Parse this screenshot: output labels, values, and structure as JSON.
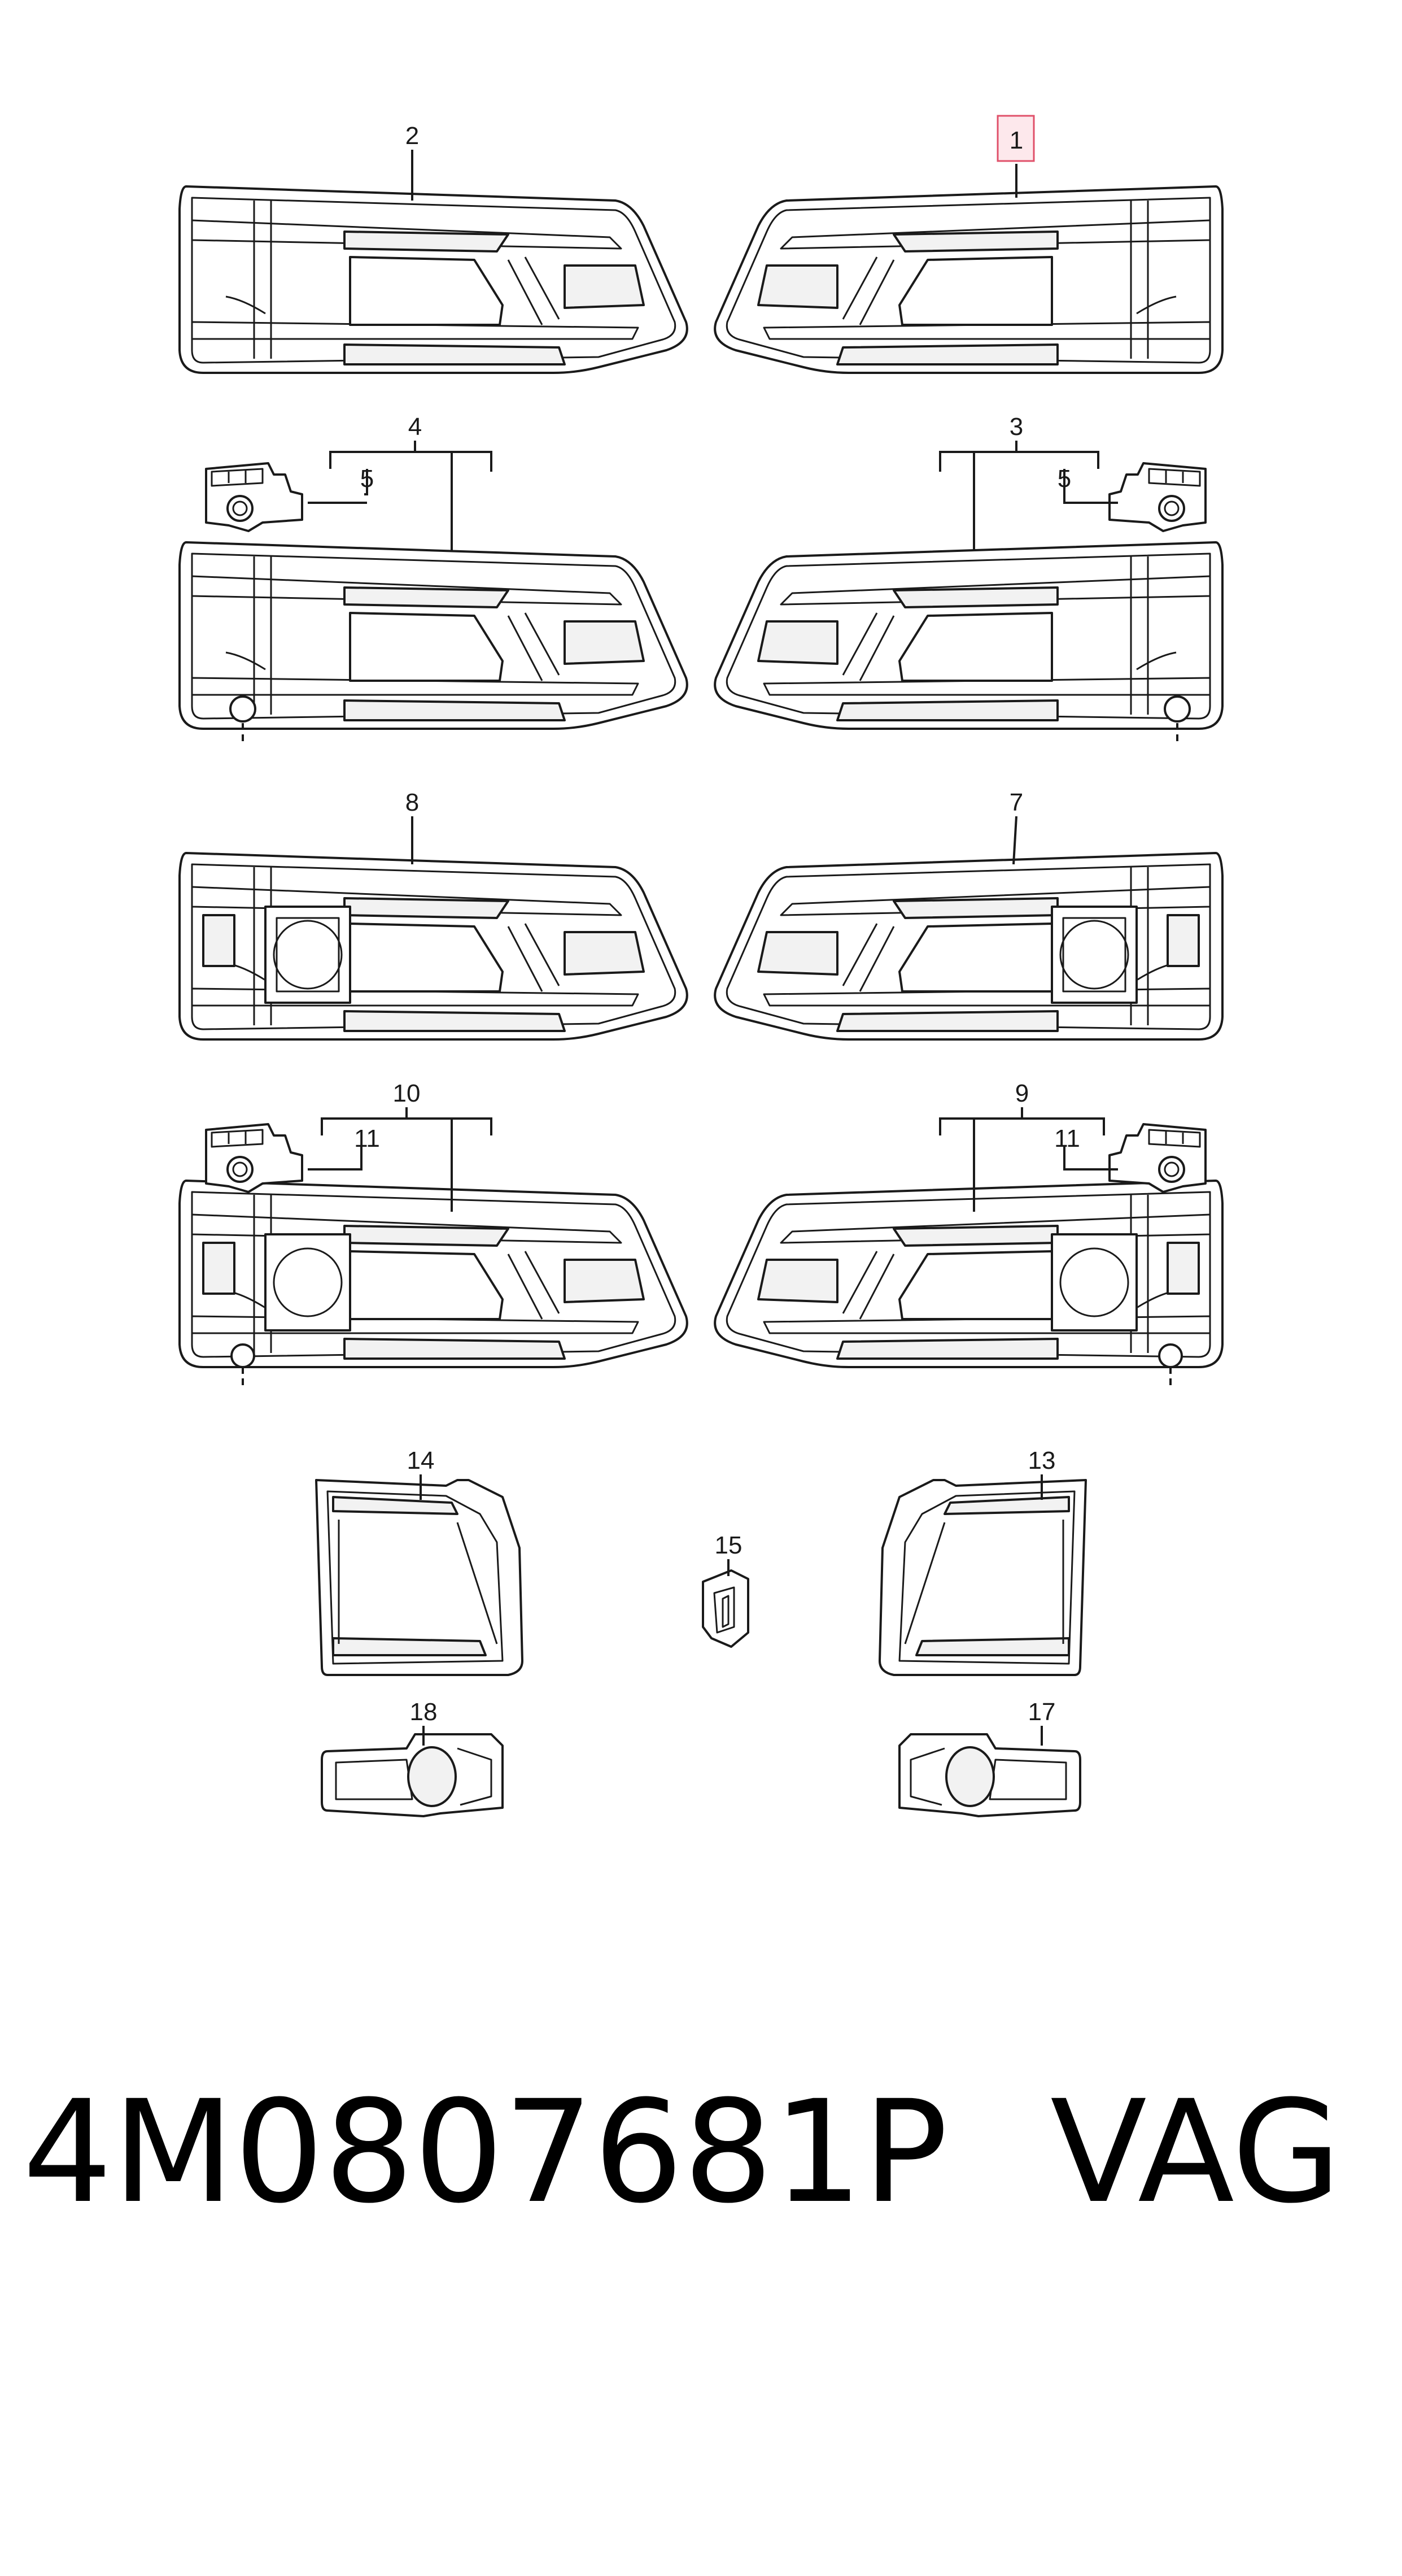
{
  "callouts": {
    "c1": "1",
    "c2": "2",
    "c3": "3",
    "c4": "4",
    "c5a": "5",
    "c5b": "5",
    "c7": "7",
    "c8": "8",
    "c9": "9",
    "c10": "10",
    "c11a": "11",
    "c11b": "11",
    "c13": "13",
    "c14": "14",
    "c15": "15",
    "c17": "17",
    "c18": "18"
  },
  "highlighted_callout": "1",
  "footer": {
    "part_number": "4M0807681P",
    "brand": "VAG"
  },
  "colors": {
    "line": "#1a1a1a",
    "highlight": "#e0506a"
  }
}
